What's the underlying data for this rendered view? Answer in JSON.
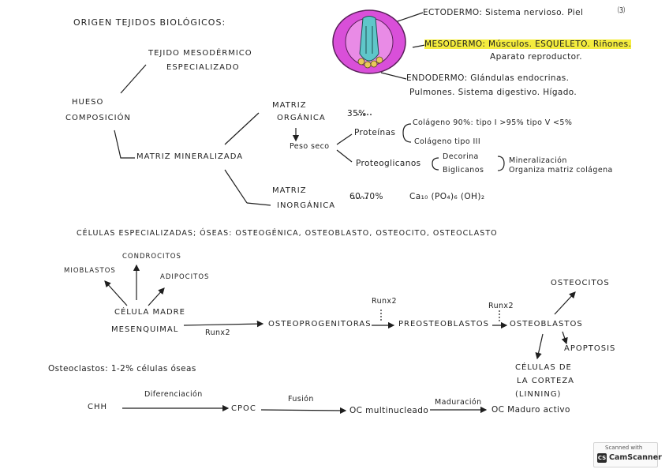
{
  "title": "ORIGEN TEJIDOS BIOLÓGICOS:",
  "page_number": "⑶",
  "germ_layers": {
    "ectodermo": "ECTODERMO: Sistema nervioso. Piel",
    "mesodermo": "MESODERMO: Músculos. ESQUELETO. Riñones.",
    "mesodermo_cont": "Aparato reproductor.",
    "endodermo": "ENDODERMO: Glándulas endocrinas.",
    "endodermo_cont": "Pulmones. Sistema digestivo. Hígado."
  },
  "bone": {
    "tejido_line1": "TEJIDO MESODÉRMICO",
    "tejido_line2": "ESPECIALIZADO",
    "hueso_line1": "HUESO",
    "hueso_line2": "COMPOSICIÓN",
    "matriz_mineralizada": "MATRIZ MINERALIZADA",
    "matriz_organica_line1": "MATRIZ",
    "matriz_organica_line2": "ORGÁNICA",
    "organica_pct": "35%",
    "peso_seco": "Peso seco",
    "proteinas": "Proteínas",
    "colageno_1": "Colágeno 90%: tipo I >95%  tipo V <5%",
    "colageno_2": "Colágeno tipo III",
    "proteoglicanos": "Proteoglicanos",
    "decorina": "Decorina",
    "biglicanos": "Biglicanos",
    "mineralizacion": "Mineralización",
    "organiza": "Organiza matriz colágena",
    "matriz_inorganica_line1": "MATRIZ",
    "matriz_inorganica_line2": "INORGÁNICA",
    "inorganica_pct": "60-70%",
    "hidroxiapatita": "Ca₁₀ (PO₄)₆ (OH)₂"
  },
  "cells": {
    "heading": "CÉLULAS ESPECIALIZADAS; ÓSEAS:  OSTEOGÉNICA, OSTEOBLASTO, OSTEOCITO, OSTEOCLASTO",
    "condrocitos": "CONDROCITOS",
    "mioblastos": "MIOBLASTOS",
    "adipocitos": "ADIPOCITOS",
    "celula_madre_line1": "CÉLULA MADRE",
    "celula_madre_line2": "MESENQUIMAL",
    "runx2_a": "Runx2",
    "osteoprogenitoras": "OSTEOPROGENITORAS",
    "runx2_b": "Runx2",
    "preosteoblastos": "PREOSTEOBLASTOS",
    "runx2_c": "Runx2",
    "osteoblastos": "OSTEOBLASTOS",
    "osteocitos": "OSTEOCITOS",
    "apoptosis": "APOPTOSIS",
    "corteza_line1": "CÉLULAS DE",
    "corteza_line2": "LA CORTEZA",
    "corteza_line3": "(LINNING)"
  },
  "osteoclasts": {
    "heading": "Osteoclastos: 1-2% células óseas",
    "chh": "CHH",
    "diferenciacion": "Diferenciación",
    "cpoc": "CPOC",
    "fusion": "Fusión",
    "oc_multi": "OC multinucleado",
    "maduracion": "Maduración",
    "oc_maduro": "OC Maduro activo"
  },
  "scanner": {
    "label": "Scanned with",
    "icon": "CS",
    "name": "CamScanner"
  },
  "colors": {
    "ink": "#1f1f1f",
    "highlight": "#f4ec3e",
    "embryo_pink": "#d94fd9",
    "embryo_teal": "#5fc6c9"
  }
}
